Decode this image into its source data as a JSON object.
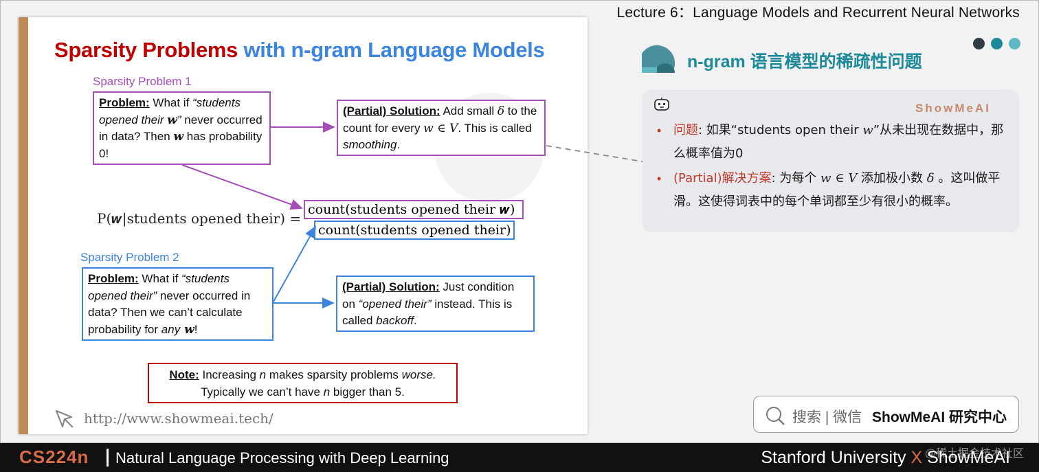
{
  "slide": {
    "title_red": "Sparsity Problems",
    "title_blue": " with n-gram Language Models",
    "sparsity1_label": "Sparsity Problem 1",
    "sparsity2_label": "Sparsity Problem 2",
    "problem1": {
      "kw": "Problem:",
      "t1": " What if ",
      "q": "“students opened their ",
      "w": "w",
      "t2": "”",
      "t3": " never occurred in data? Then ",
      "w2": "w",
      "t4": " has probability 0!"
    },
    "solution1": {
      "kw": "(Partial) Solution:",
      "t1": " Add small ",
      "delta": "δ",
      "t2": " to the count for every ",
      "wv": "w ∈ V",
      "t3": ". This is called ",
      "em": "smoothing",
      "t4": "."
    },
    "problem2": {
      "kw": "Problem:",
      "t1": " What if ",
      "q": "“students opened their”",
      "t2": " never occurred in data? Then we can’t calculate probability for ",
      "any": "any",
      "w": " w",
      "t3": "!"
    },
    "solution2": {
      "kw": "(Partial) Solution:",
      "t1": " Just condition on ",
      "q": "“opened their”",
      "t2": " instead. This is called ",
      "em": "backoff",
      "t3": "."
    },
    "note": {
      "kw": "Note:",
      "t1": " Increasing ",
      "n": "n",
      "t2": " makes sparsity problems ",
      "worse": "worse.",
      "t3": "Typically we can’t have ",
      "n2": "n",
      "t4": " bigger than 5."
    },
    "formula": {
      "lhs": "P(𝒘|students opened their) =",
      "numerator": "count(students opened their 𝒘)",
      "denominator": "count(students opened their)"
    },
    "url": "http://www.showmeai.tech/"
  },
  "header": {
    "lecture_title": "Lecture 6：Language Models and Recurrent Neural Networks",
    "section_title": "n-gram 语言模型的稀疏性问题"
  },
  "card": {
    "brand": "ShowMeAI",
    "bullet1": {
      "label": "问题",
      "t1": ": 如果“students open their ",
      "w": "w",
      "t2": "”从未出现在数据中，那么概率值为0"
    },
    "bullet2": {
      "label": "(Partial)解决方案",
      "t1": ": 为每个 ",
      "wv": "w ∈ V",
      "t2": " 添加极小数 ",
      "delta": "δ",
      "t3": " 。这叫做平滑。这使得词表中的每个单词都至少有很小的概率。"
    }
  },
  "search": {
    "text": "搜索 | 微信",
    "brand": "ShowMeAI 研究中心"
  },
  "footer": {
    "course_code": "CS224n",
    "course_name": "Natural Language Processing with Deep Learning",
    "university": "Stanford University",
    "x": " X ",
    "brand": "ShowMeAI",
    "credit": "@稀土掘金技术社区"
  },
  "colors": {
    "accent_red": "#c00000",
    "accent_blue": "#3b84e0",
    "purple": "#a64eb7",
    "teal": "#1d8a99",
    "orange": "#d96a4a"
  }
}
